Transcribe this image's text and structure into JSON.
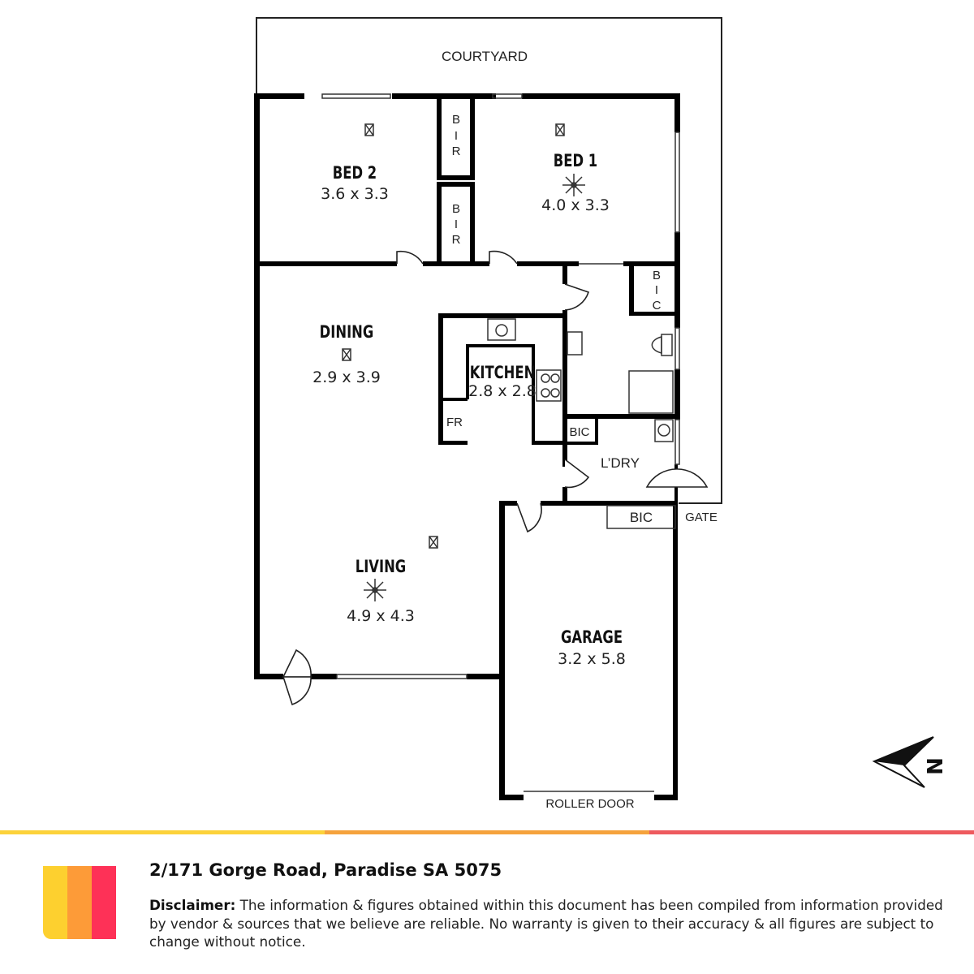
{
  "floorplan": {
    "areas": {
      "courtyard": "COURTYARD",
      "gate": "GATE",
      "roller_door": "ROLLER DOOR"
    },
    "rooms": [
      {
        "id": "bed2",
        "name": "BED 2",
        "dimensions": "3.6 x 3.3"
      },
      {
        "id": "bed1",
        "name": "BED 1",
        "dimensions": "4.0 x 3.3"
      },
      {
        "id": "dining",
        "name": "DINING",
        "dimensions": "2.9 x 3.9"
      },
      {
        "id": "kitchen",
        "name": "KITCHEN",
        "dimensions": "2.8 x 2.8"
      },
      {
        "id": "living",
        "name": "LIVING",
        "dimensions": "4.9 x 4.3"
      },
      {
        "id": "garage",
        "name": "GARAGE",
        "dimensions": "3.2 x 5.8"
      },
      {
        "id": "laundry",
        "name": "L’DRY",
        "dimensions": ""
      }
    ],
    "storage": {
      "bir": [
        "B",
        "I",
        "R"
      ],
      "bic_vertical": [
        "B",
        "I",
        "C"
      ],
      "bic": "BIC",
      "fridge": "FR"
    },
    "compass": "N"
  },
  "footer": {
    "address": "2/171 Gorge Road, Paradise SA 5075",
    "disclaimer_label": "Disclaimer:",
    "disclaimer_text": "The information & figures obtained within this document has been compiled from information provided by vendor & sources that we believe are reliable. No warranty is given to their accuracy & all figures are subject to change without notice."
  },
  "colors": {
    "yellow": "#fcd23a",
    "orange": "#f5a23c",
    "red": "#ee5a5e",
    "logo_yellow": "#fdd02f",
    "logo_orange": "#fd9b38",
    "logo_red": "#fe3157"
  }
}
